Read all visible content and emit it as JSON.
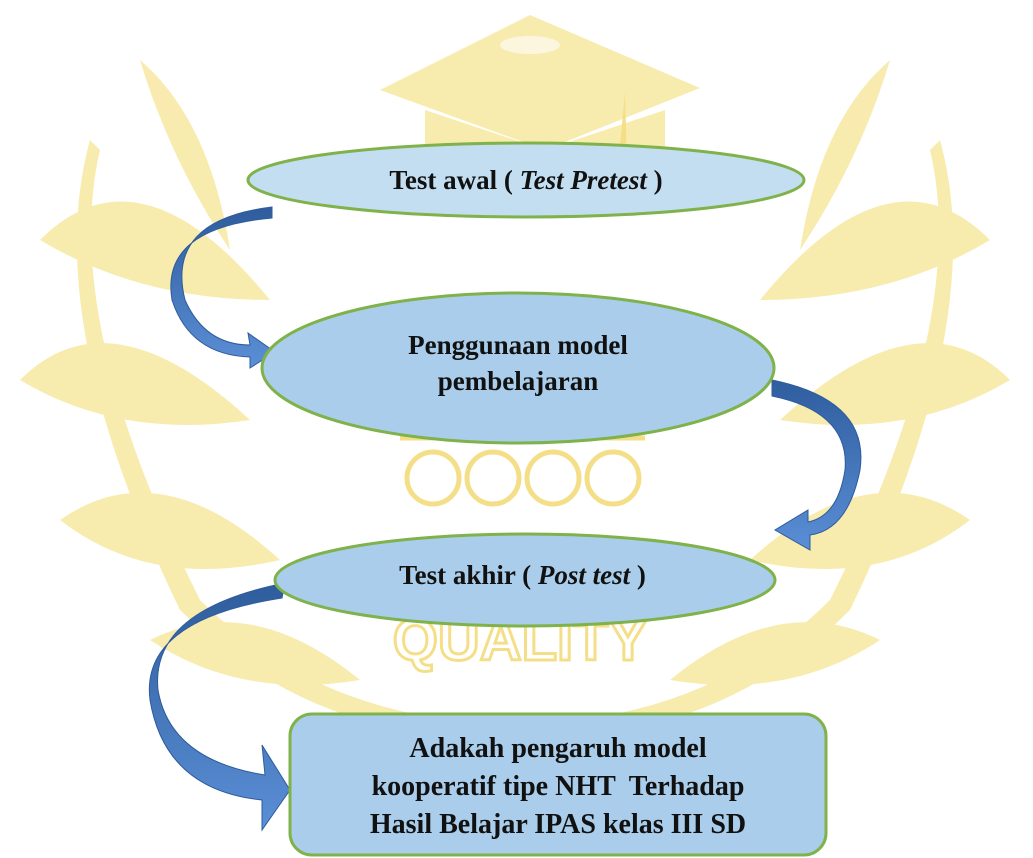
{
  "colors": {
    "watermark": "#f8e9a6",
    "watermark_dark": "#f3dc7c",
    "node_fill_light": "#c4def1",
    "node_fill": "#a9cdea",
    "node_border": "#7fb24a",
    "arrow_dark": "#2e5c9c",
    "arrow_light": "#5b8fd6"
  },
  "watermark": {
    "text": "QUALITY",
    "icon": "graduation-cap-laurel-logo"
  },
  "nodes": {
    "pretest": {
      "prefix": "Test awal ( ",
      "italic": "Test Pretest",
      "suffix": " )"
    },
    "model": {
      "line1": "Penggunaan model",
      "line2": "pembelajaran"
    },
    "posttest": {
      "prefix": "Test akhir ( ",
      "italic": "Post test",
      "suffix": " )"
    },
    "result": {
      "line1": "Adakah pengaruh model",
      "line2": "kooperatif tipe NHT  Terhadap",
      "line3": "Hasil Belajar IPAS kelas III SD"
    }
  }
}
